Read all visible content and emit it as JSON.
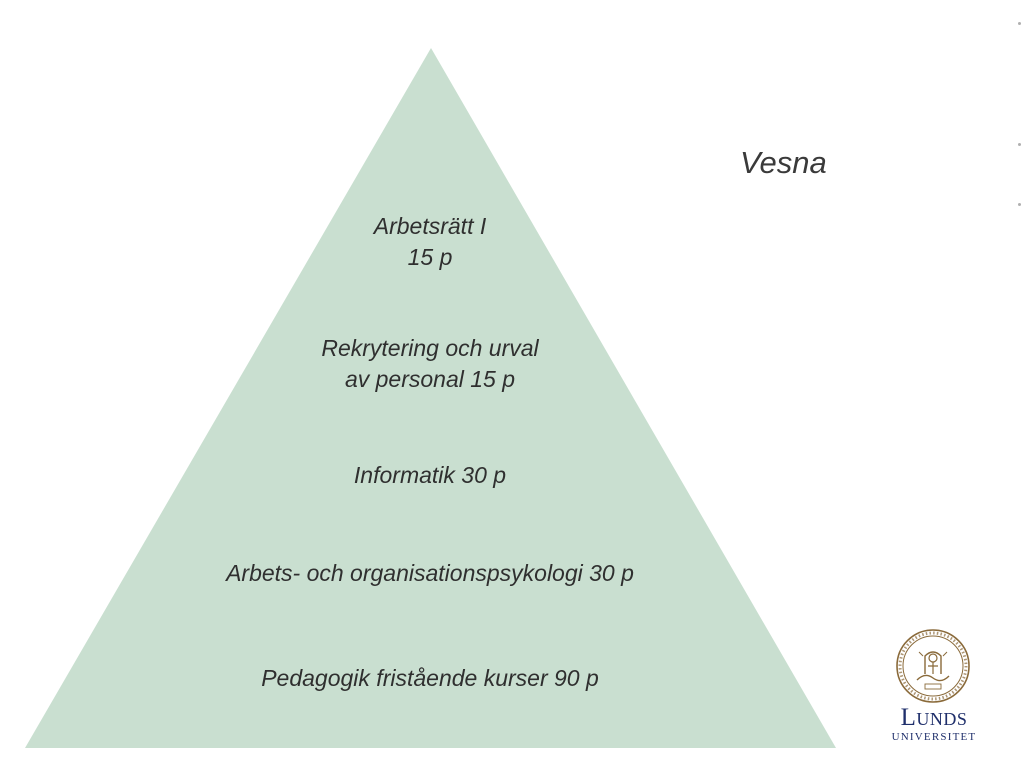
{
  "colors": {
    "pyramid_fill": "#c9dfd0",
    "text": "#2f2f2f",
    "logo_navy": "#1f2f6b",
    "seal_brown": "#8a6a3a"
  },
  "pyramid": {
    "layers": [
      {
        "lines": [
          "Arbetsrätt I",
          "15 p"
        ]
      },
      {
        "lines": [
          "Rekrytering och urval",
          "av personal 15 p"
        ]
      },
      {
        "lines": [
          "Informatik 30 p"
        ]
      },
      {
        "lines": [
          "Arbets- och organisationspsykologi 30 p"
        ]
      },
      {
        "lines": [
          "Pedagogik fristående kurser 90 p"
        ]
      }
    ]
  },
  "person": {
    "name": "Vesna"
  },
  "logo": {
    "name": "Lunds",
    "subtitle": "UNIVERSITET",
    "seal_icon": "university-seal-icon"
  }
}
